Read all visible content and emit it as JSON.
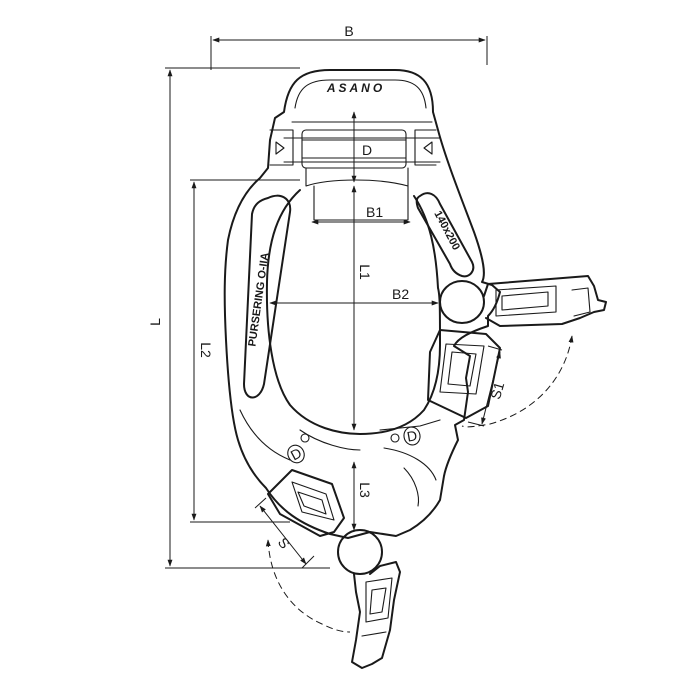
{
  "brand": "ASANO",
  "model_marking": "PURSERING O-IIA",
  "size_marking": "140x200",
  "dimensions": {
    "B": "B",
    "L": "L",
    "L1": "L1",
    "L2": "L2",
    "L3": "L3",
    "B1": "B1",
    "B2": "B2",
    "D": "D",
    "S": "S",
    "S1": "S1"
  },
  "pin_marks": {
    "left": "D",
    "right": "D"
  },
  "colors": {
    "ink": "#1a1a1a",
    "background": "#ffffff"
  }
}
